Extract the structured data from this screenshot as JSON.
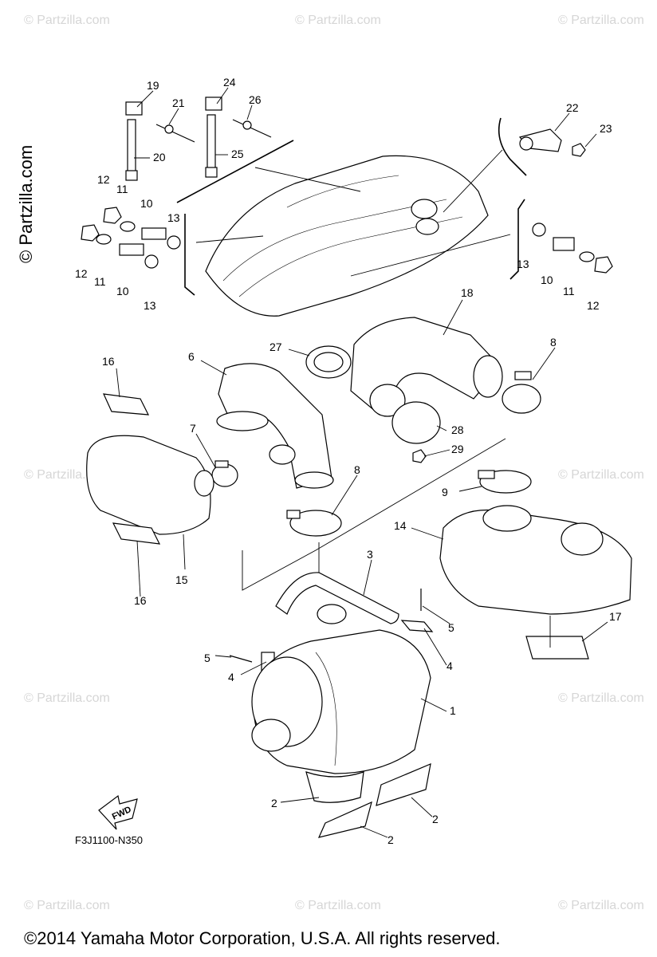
{
  "watermark": "© Partzilla.com",
  "side_watermark": "© Partzilla.com",
  "diagram_ref": "F3J1100-N350",
  "fwd_label": "FWD",
  "copyright": "©2014  Yamaha Motor Corporation, U.S.A. All rights reserved.",
  "callouts": {
    "n19": "19",
    "n21": "21",
    "n20": "20",
    "n24": "24",
    "n26": "26",
    "n25": "25",
    "n22": "22",
    "n23": "23",
    "n12a": "12",
    "n11a": "11",
    "n10a": "10",
    "n13a": "13",
    "n12b": "12",
    "n11b": "11",
    "n10b": "10",
    "n13b": "13",
    "n13c": "13",
    "n10c": "10",
    "n11c": "11",
    "n12c": "12",
    "n18": "18",
    "n27": "27",
    "n8a": "8",
    "n6": "6",
    "n16a": "16",
    "n28": "28",
    "n29": "29",
    "n7": "7",
    "n8b": "8",
    "n9": "9",
    "n14": "14",
    "n15": "15",
    "n16b": "16",
    "n3": "3",
    "n5a": "5",
    "n5b": "5",
    "n17": "17",
    "n4a": "4",
    "n4b": "4",
    "n1": "1",
    "n2a": "2",
    "n2b": "2",
    "n2c": "2"
  }
}
